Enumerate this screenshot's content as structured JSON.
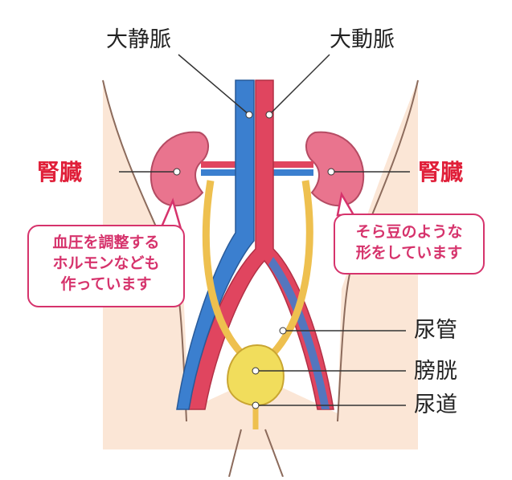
{
  "labels": {
    "vein": "大静脈",
    "aorta": "大動脈",
    "kidney_left": "腎臓",
    "kidney_right": "腎臓",
    "ureter": "尿管",
    "bladder": "膀胱",
    "urethra": "尿道"
  },
  "bubbles": {
    "left": [
      "血圧を調整する",
      "ホルモンなども",
      "作っています"
    ],
    "right": [
      "そら豆のような",
      "形をしています"
    ]
  },
  "colors": {
    "label_accent": "#e0203a",
    "bubble_border": "#d6336c",
    "skin": "#fbe6d6",
    "kidney": "#e9748e",
    "artery": "#e0455f",
    "vein": "#3b7fcf",
    "ureter": "#eec04f",
    "bladder": "#f1dd5c"
  }
}
